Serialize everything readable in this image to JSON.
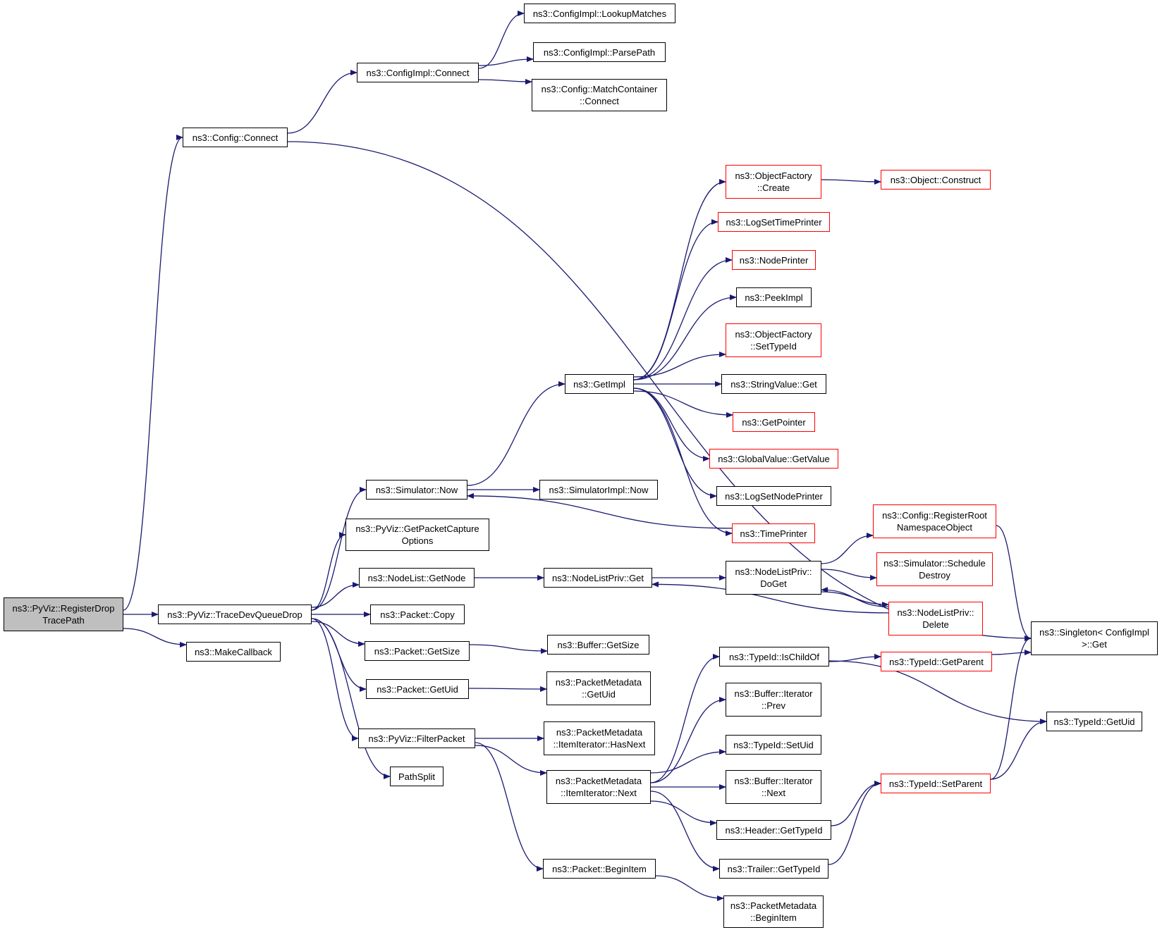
{
  "colors": {
    "edge": "#191970",
    "box": "#000000",
    "unresolved": "#ff0000",
    "root_fill": "#bfbfbf"
  },
  "nodes": {
    "root": {
      "lines": [
        "ns3::PyViz::RegisterDrop",
        "TracePath"
      ],
      "style": "root"
    },
    "config_connect": {
      "lines": [
        "ns3::Config::Connect"
      ],
      "style": "black"
    },
    "configimpl_connect": {
      "lines": [
        "ns3::ConfigImpl::Connect"
      ],
      "style": "black"
    },
    "lookup_matches": {
      "lines": [
        "ns3::ConfigImpl::LookupMatches"
      ],
      "style": "black"
    },
    "parse_path": {
      "lines": [
        "ns3::ConfigImpl::ParsePath"
      ],
      "style": "black"
    },
    "match_container_connect": {
      "lines": [
        "ns3::Config::MatchContainer",
        "::Connect"
      ],
      "style": "black"
    },
    "singleton_get": {
      "lines": [
        "ns3::Singleton< ConfigImpl",
        ">::Get"
      ],
      "style": "black"
    },
    "trace_dev_queue_drop": {
      "lines": [
        "ns3::PyViz::TraceDevQueueDrop"
      ],
      "style": "black"
    },
    "make_callback": {
      "lines": [
        "ns3::MakeCallback"
      ],
      "style": "black"
    },
    "simulator_now": {
      "lines": [
        "ns3::Simulator::Now"
      ],
      "style": "black"
    },
    "get_packet_capture_options": {
      "lines": [
        "ns3::PyViz::GetPacketCapture",
        "Options"
      ],
      "style": "black"
    },
    "nodelist_getnode": {
      "lines": [
        "ns3::NodeList::GetNode"
      ],
      "style": "black"
    },
    "packet_copy": {
      "lines": [
        "ns3::Packet::Copy"
      ],
      "style": "black"
    },
    "packet_getsize": {
      "lines": [
        "ns3::Packet::GetSize"
      ],
      "style": "black"
    },
    "packet_getuid": {
      "lines": [
        "ns3::Packet::GetUid"
      ],
      "style": "black"
    },
    "filter_packet": {
      "lines": [
        "ns3::PyViz::FilterPacket"
      ],
      "style": "black"
    },
    "path_split": {
      "lines": [
        "PathSplit"
      ],
      "style": "black"
    },
    "get_impl": {
      "lines": [
        "ns3::GetImpl"
      ],
      "style": "black"
    },
    "simulatorimpl_now": {
      "lines": [
        "ns3::SimulatorImpl::Now"
      ],
      "style": "black"
    },
    "nodelistpriv_get": {
      "lines": [
        "ns3::NodeListPriv::Get"
      ],
      "style": "black"
    },
    "buffer_getsize": {
      "lines": [
        "ns3::Buffer::GetSize"
      ],
      "style": "black"
    },
    "packetmetadata_getuid": {
      "lines": [
        "ns3::PacketMetadata",
        "::GetUid"
      ],
      "style": "black"
    },
    "itemiterator_hasnext": {
      "lines": [
        "ns3::PacketMetadata",
        "::ItemIterator::HasNext"
      ],
      "style": "black"
    },
    "itemiterator_next": {
      "lines": [
        "ns3::PacketMetadata",
        "::ItemIterator::Next"
      ],
      "style": "black"
    },
    "packet_beginitem": {
      "lines": [
        "ns3::Packet::BeginItem"
      ],
      "style": "black"
    },
    "objectfactory_create": {
      "lines": [
        "ns3::ObjectFactory",
        "::Create"
      ],
      "style": "red"
    },
    "object_construct": {
      "lines": [
        "ns3::Object::Construct"
      ],
      "style": "red"
    },
    "logsettimeprinter": {
      "lines": [
        "ns3::LogSetTimePrinter"
      ],
      "style": "red"
    },
    "nodeprinter": {
      "lines": [
        "ns3::NodePrinter"
      ],
      "style": "red"
    },
    "peekimpl": {
      "lines": [
        "ns3::PeekImpl"
      ],
      "style": "black"
    },
    "objectfactory_settypeid": {
      "lines": [
        "ns3::ObjectFactory",
        "::SetTypeId"
      ],
      "style": "red"
    },
    "stringvalue_get": {
      "lines": [
        "ns3::StringValue::Get"
      ],
      "style": "black"
    },
    "getpointer": {
      "lines": [
        "ns3::GetPointer"
      ],
      "style": "red"
    },
    "globalvalue_getvalue": {
      "lines": [
        "ns3::GlobalValue::GetValue"
      ],
      "style": "red"
    },
    "logsetnodeprinter": {
      "lines": [
        "ns3::LogSetNodePrinter"
      ],
      "style": "black"
    },
    "timeprinter": {
      "lines": [
        "ns3::TimePrinter"
      ],
      "style": "red"
    },
    "nodelistpriv_doget": {
      "lines": [
        "ns3::NodeListPriv::",
        "DoGet"
      ],
      "style": "black"
    },
    "registerroot": {
      "lines": [
        "ns3::Config::RegisterRoot",
        "NamespaceObject"
      ],
      "style": "red"
    },
    "schedule_destroy": {
      "lines": [
        "ns3::Simulator::Schedule",
        "Destroy"
      ],
      "style": "red"
    },
    "nodelistpriv_delete": {
      "lines": [
        "ns3::NodeListPriv::",
        "Delete"
      ],
      "style": "red"
    },
    "typeid_ischildof": {
      "lines": [
        "ns3::TypeId::IsChildOf"
      ],
      "style": "black"
    },
    "typeid_getparent": {
      "lines": [
        "ns3::TypeId::GetParent"
      ],
      "style": "red"
    },
    "buffer_iterator_prev": {
      "lines": [
        "ns3::Buffer::Iterator",
        "::Prev"
      ],
      "style": "black"
    },
    "typeid_setuid": {
      "lines": [
        "ns3::TypeId::SetUid"
      ],
      "style": "black"
    },
    "buffer_iterator_next": {
      "lines": [
        "ns3::Buffer::Iterator",
        "::Next"
      ],
      "style": "black"
    },
    "header_gettypeid": {
      "lines": [
        "ns3::Header::GetTypeId"
      ],
      "style": "black"
    },
    "trailer_gettypeid": {
      "lines": [
        "ns3::Trailer::GetTypeId"
      ],
      "style": "black"
    },
    "packetmetadata_beginitem": {
      "lines": [
        "ns3::PacketMetadata",
        "::BeginItem"
      ],
      "style": "black"
    },
    "typeid_setparent": {
      "lines": [
        "ns3::TypeId::SetParent"
      ],
      "style": "red"
    },
    "typeid_getuid": {
      "lines": [
        "ns3::TypeId::GetUid"
      ],
      "style": "black"
    }
  },
  "edges": [
    [
      "root",
      "config_connect"
    ],
    [
      "root",
      "trace_dev_queue_drop"
    ],
    [
      "root",
      "make_callback"
    ],
    [
      "config_connect",
      "configimpl_connect"
    ],
    [
      "config_connect",
      "singleton_get"
    ],
    [
      "configimpl_connect",
      "lookup_matches"
    ],
    [
      "configimpl_connect",
      "parse_path"
    ],
    [
      "configimpl_connect",
      "match_container_connect"
    ],
    [
      "trace_dev_queue_drop",
      "simulator_now"
    ],
    [
      "trace_dev_queue_drop",
      "get_packet_capture_options"
    ],
    [
      "trace_dev_queue_drop",
      "nodelist_getnode"
    ],
    [
      "trace_dev_queue_drop",
      "packet_copy"
    ],
    [
      "trace_dev_queue_drop",
      "packet_getsize"
    ],
    [
      "trace_dev_queue_drop",
      "packet_getuid"
    ],
    [
      "trace_dev_queue_drop",
      "filter_packet"
    ],
    [
      "trace_dev_queue_drop",
      "path_split"
    ],
    [
      "simulator_now",
      "get_impl"
    ],
    [
      "simulator_now",
      "simulatorimpl_now"
    ],
    [
      "get_impl",
      "objectfactory_create"
    ],
    [
      "get_impl",
      "logsettimeprinter"
    ],
    [
      "get_impl",
      "nodeprinter"
    ],
    [
      "get_impl",
      "peekimpl"
    ],
    [
      "get_impl",
      "objectfactory_settypeid"
    ],
    [
      "get_impl",
      "stringvalue_get"
    ],
    [
      "get_impl",
      "getpointer"
    ],
    [
      "get_impl",
      "globalvalue_getvalue"
    ],
    [
      "get_impl",
      "logsetnodeprinter"
    ],
    [
      "get_impl",
      "timeprinter"
    ],
    [
      "objectfactory_create",
      "object_construct"
    ],
    [
      "timeprinter",
      "simulator_now"
    ],
    [
      "nodelist_getnode",
      "nodelistpriv_get"
    ],
    [
      "nodelistpriv_get",
      "nodelistpriv_doget"
    ],
    [
      "nodelistpriv_doget",
      "registerroot"
    ],
    [
      "nodelistpriv_doget",
      "schedule_destroy"
    ],
    [
      "nodelistpriv_doget",
      "nodelistpriv_delete"
    ],
    [
      "nodelistpriv_delete",
      "nodelistpriv_doget"
    ],
    [
      "nodelistpriv_delete",
      "nodelistpriv_get"
    ],
    [
      "registerroot",
      "singleton_get"
    ],
    [
      "packet_getsize",
      "buffer_getsize"
    ],
    [
      "packet_getuid",
      "packetmetadata_getuid"
    ],
    [
      "filter_packet",
      "itemiterator_hasnext"
    ],
    [
      "filter_packet",
      "itemiterator_next"
    ],
    [
      "filter_packet",
      "packet_beginitem"
    ],
    [
      "itemiterator_next",
      "typeid_ischildof"
    ],
    [
      "itemiterator_next",
      "buffer_iterator_prev"
    ],
    [
      "itemiterator_next",
      "typeid_setuid"
    ],
    [
      "itemiterator_next",
      "buffer_iterator_next"
    ],
    [
      "itemiterator_next",
      "header_gettypeid"
    ],
    [
      "itemiterator_next",
      "trailer_gettypeid"
    ],
    [
      "typeid_ischildof",
      "typeid_getparent"
    ],
    [
      "typeid_ischildof",
      "typeid_getuid"
    ],
    [
      "typeid_getparent",
      "singleton_get"
    ],
    [
      "header_gettypeid",
      "typeid_setparent"
    ],
    [
      "trailer_gettypeid",
      "typeid_setparent"
    ],
    [
      "typeid_setparent",
      "singleton_get"
    ],
    [
      "typeid_setparent",
      "typeid_getuid"
    ],
    [
      "packet_beginitem",
      "packetmetadata_beginitem"
    ]
  ]
}
